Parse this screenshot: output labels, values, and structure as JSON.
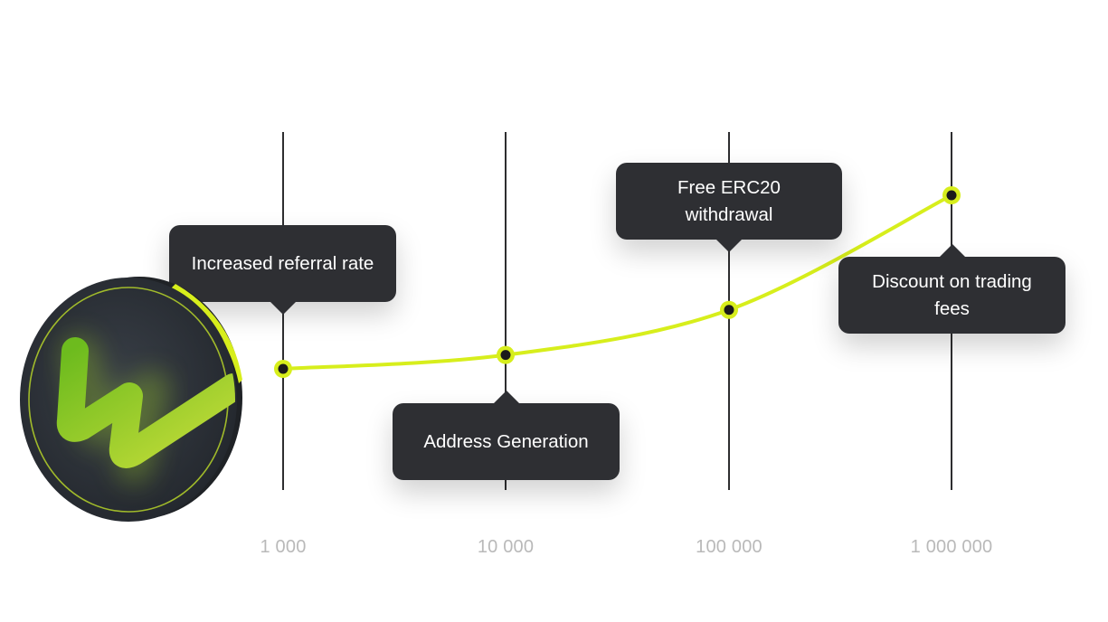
{
  "colors": {
    "accent": "#d7ee1c",
    "line": "#2e2e30",
    "bubble": "#2e2f33",
    "tick_text": "#b9b9b9",
    "dot_center": "#1b1b1b"
  },
  "logo": {
    "icon": "lightning-w-coin-icon"
  },
  "milestones": [
    {
      "tick": "1 000",
      "label": "Increased referral rate",
      "level": 0.0
    },
    {
      "tick": "10 000",
      "label": "Address Generation",
      "level": 0.08
    },
    {
      "tick": "100 000",
      "label": "Free ERC20 withdrawal",
      "level": 0.34
    },
    {
      "tick": "1 000 000",
      "label": "Discount on trading fees",
      "level": 1.0
    }
  ]
}
